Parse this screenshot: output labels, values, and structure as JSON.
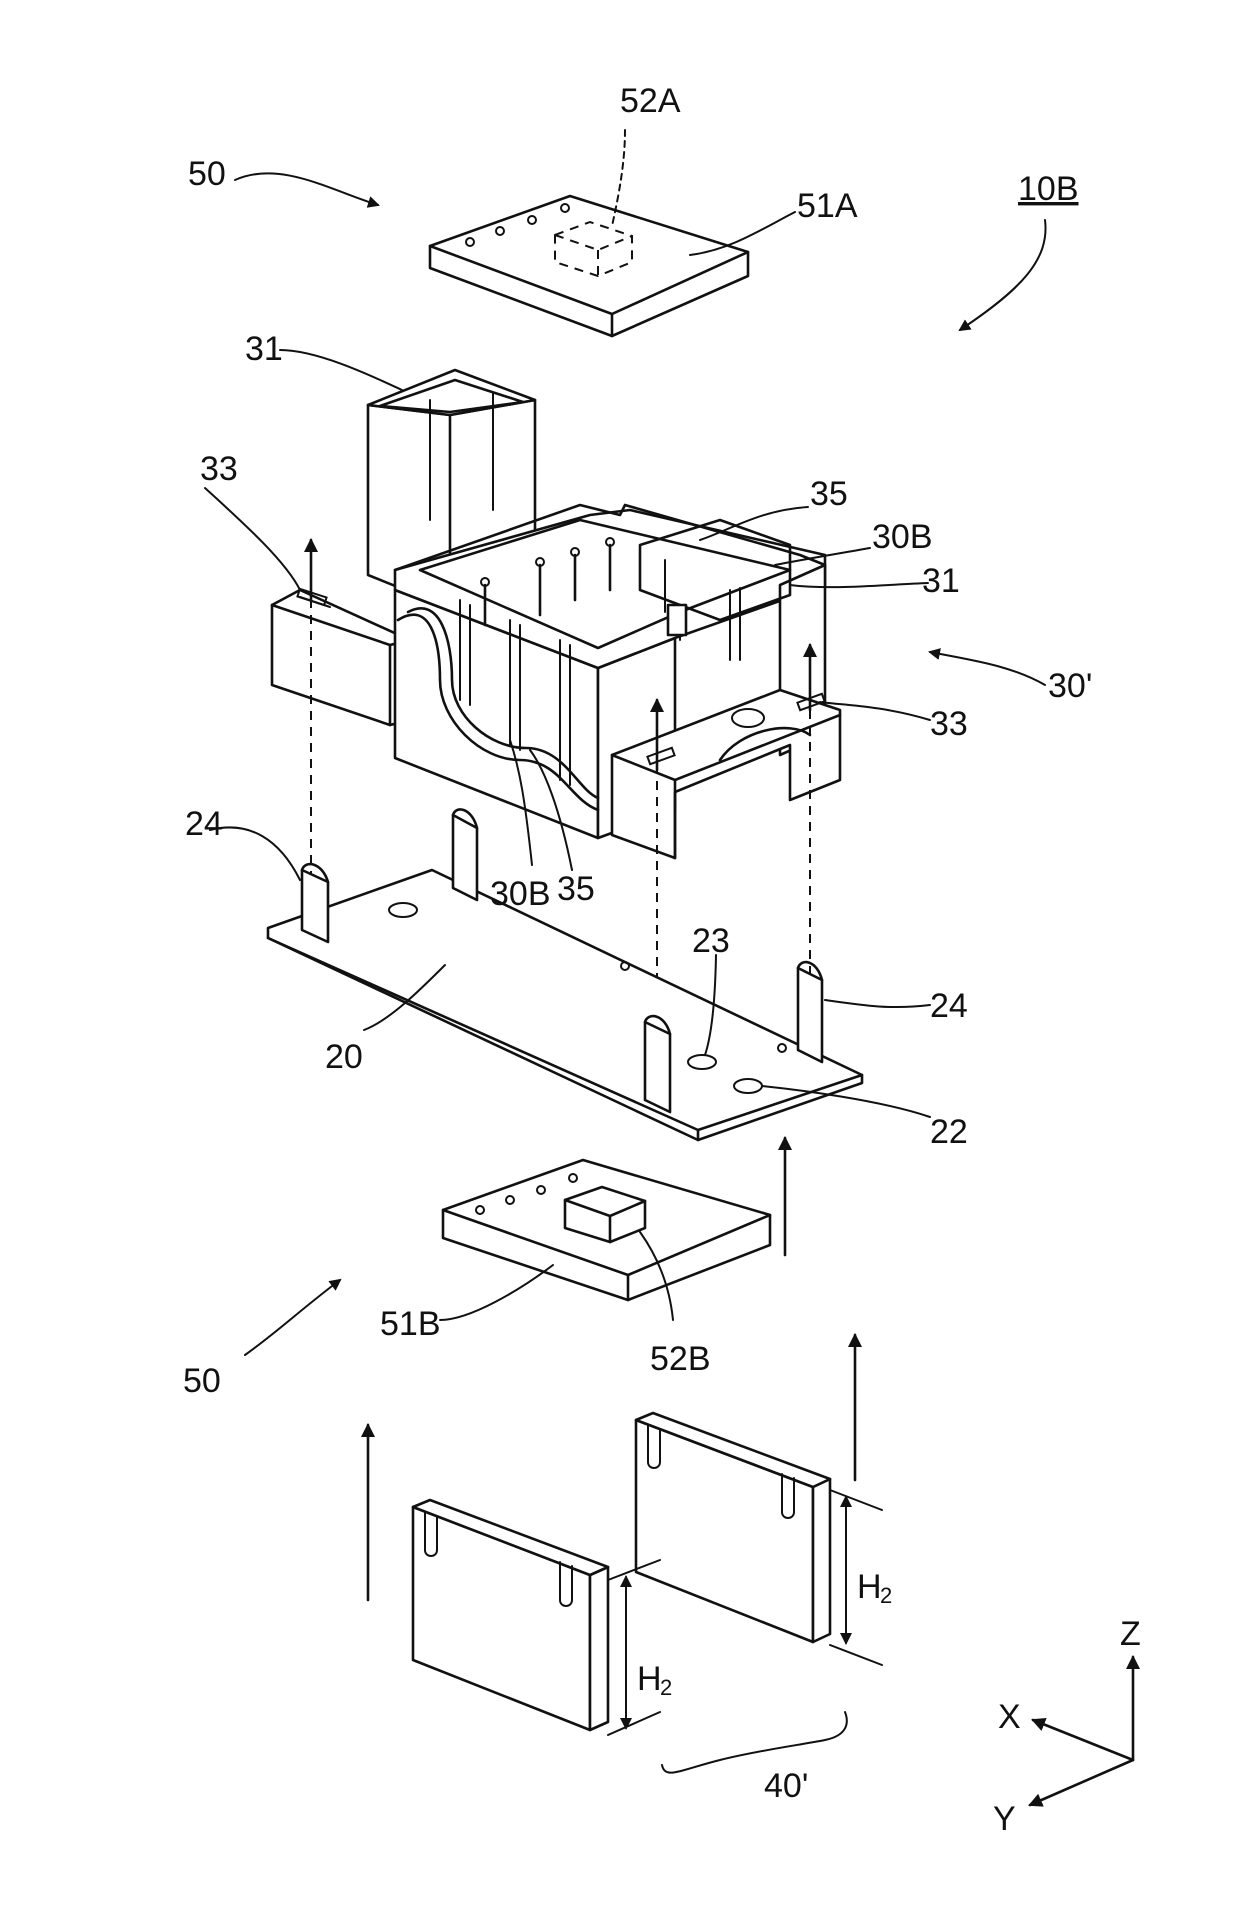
{
  "labels": {
    "assembly": "10B",
    "module_top": "50",
    "module_bottom": "50",
    "board_top": "51A",
    "component_top": "52A",
    "board_bottom": "51B",
    "component_bottom": "52B",
    "connector_left": "31",
    "connector_right": "31",
    "slot_left": "33",
    "slot_right": "33",
    "rib_top": "35",
    "rib_bottom": "35",
    "wall_top": "30B",
    "wall_bottom": "30B",
    "housing": "30'",
    "terminal_left": "24",
    "terminal_right": "24",
    "hole_23": "23",
    "hole_22": "22",
    "base_plate": "20",
    "plates": "40'",
    "height_left_main": "H",
    "height_left_sub": "2",
    "height_right_main": "H",
    "height_right_sub": "2"
  },
  "axes": {
    "z": "Z",
    "x": "X",
    "y": "Y"
  }
}
